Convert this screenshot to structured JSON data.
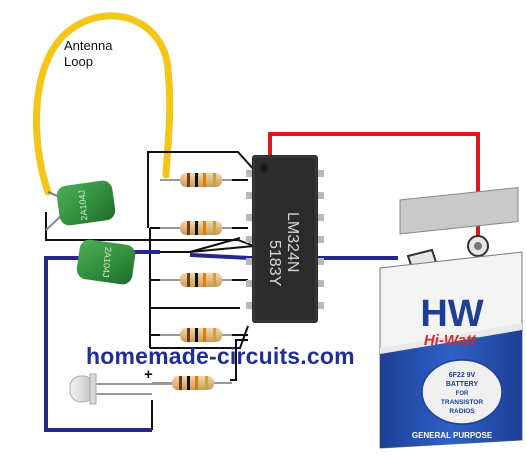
{
  "diagram": {
    "antenna_label": "Antenna\nLoop",
    "watermark": "homemade-circuits.com",
    "led_polarity": "+",
    "ic": {
      "part_number": "LM324N",
      "code": "5183Y"
    },
    "capacitors": [
      {
        "marking": "2A104J"
      },
      {
        "marking": "2A104J"
      }
    ],
    "battery": {
      "brand": "Hi-Watt",
      "logo": "HW",
      "label_lines": [
        "6F22 9V",
        "BATTERY",
        "FOR",
        "TRANSISTOR",
        "RADIOS"
      ],
      "footer": "GENERAL PURPOSE"
    },
    "colors": {
      "antenna_wire": "#f5c518",
      "power_wire_red": "#d81c1c",
      "ground_wire_blue": "#26268c",
      "signal_wire": "#111111",
      "ic_body": "#2b2b2b",
      "capacitor": "#2e8b3a",
      "battery_blue": "#2553b6",
      "battery_brand_red": "#d42a2a"
    }
  }
}
